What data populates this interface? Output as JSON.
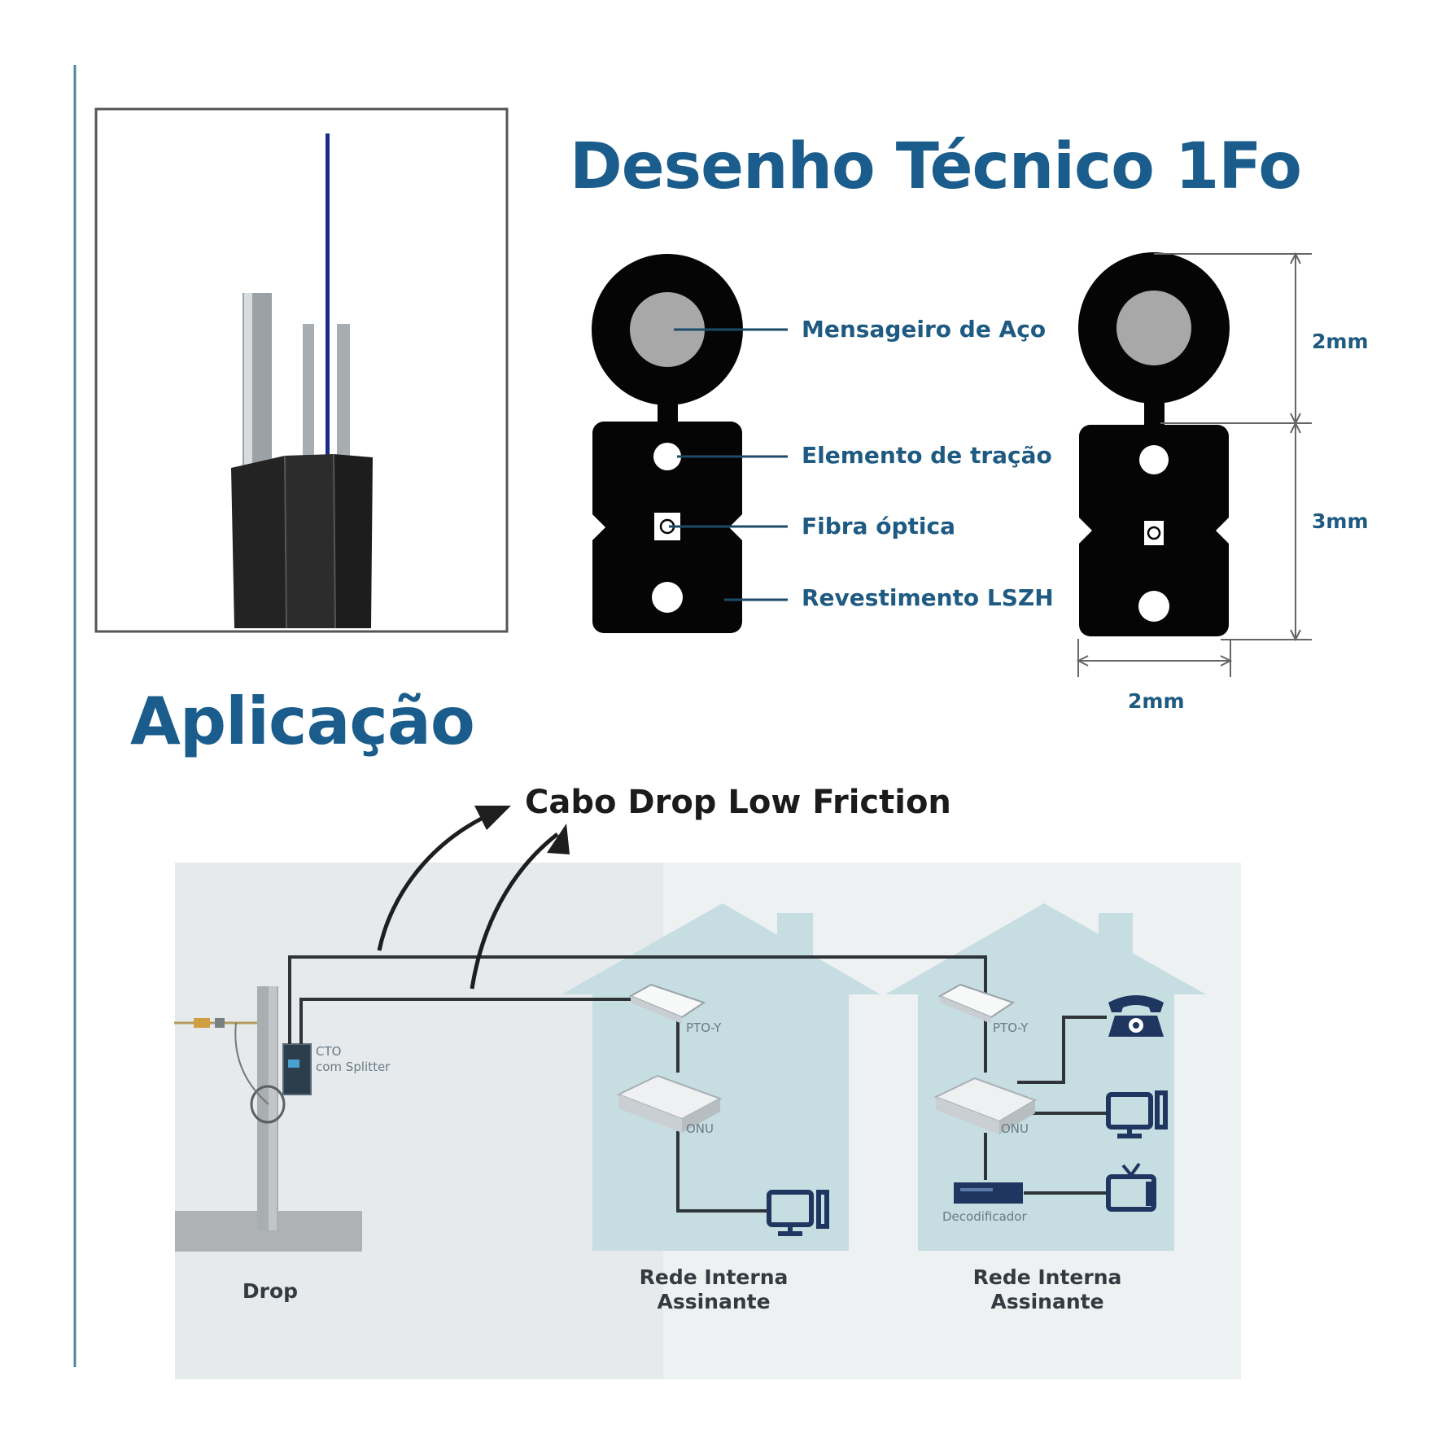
{
  "technical_drawing": {
    "title": "Desenho Técnico 1Fo",
    "callouts": [
      "Mensageiro de Aço",
      "Elemento de tração",
      "Fibra óptica",
      "Revestimento LSZH"
    ],
    "dimensions": {
      "messenger_height": "2mm",
      "body_height": "3mm",
      "width": "2mm"
    }
  },
  "application": {
    "title": "Aplicação",
    "cable_title": "Cabo Drop Low Friction",
    "labels": {
      "cto": "CTO",
      "cto_sub": "com Splitter",
      "pto_1": "PTO-Y",
      "onu_1": "ONU",
      "pto_2": "PTO-Y",
      "onu_2": "ONU",
      "decoder": "Decodificador",
      "drop": "Drop",
      "network_1_line1": "Rede Interna",
      "network_1_line2": "Assinante",
      "network_2_line1": "Rede Interna",
      "network_2_line2": "Assinante"
    }
  },
  "colors": {
    "title_blue": "#1a5d8c",
    "callout_blue": "#1e5a82",
    "house_fill": "#c6dde2",
    "background_panel": "#e8ecee"
  },
  "icons": [
    "cable-photo",
    "telephone-icon",
    "monitor-icon",
    "tv-icon",
    "router-icon",
    "pto-box-icon",
    "decoder-icon",
    "utility-pole-icon"
  ]
}
